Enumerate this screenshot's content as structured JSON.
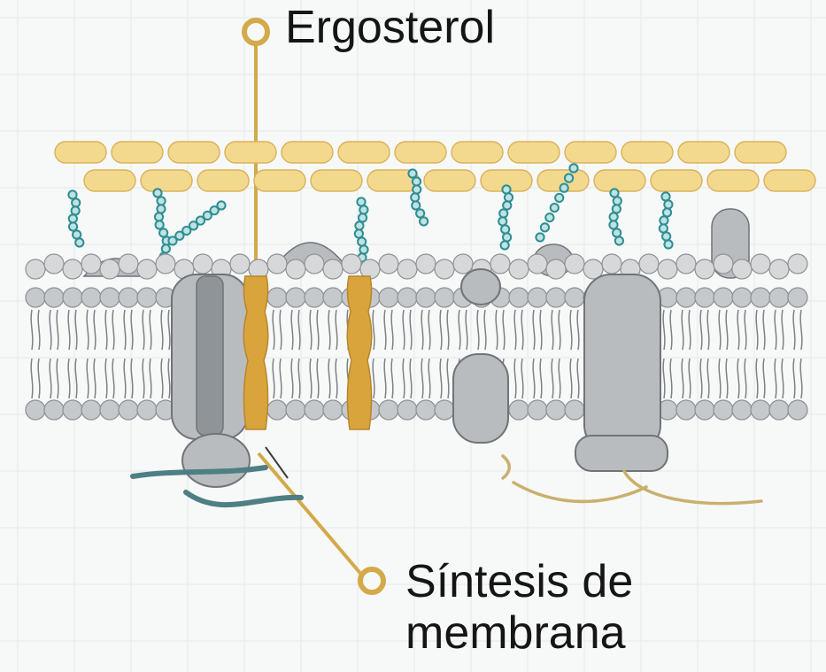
{
  "labels": {
    "ergosterol": "Ergosterol",
    "synthesis_line1": "Síntesis de",
    "synthesis_line2": "membrana"
  },
  "colors": {
    "background": "#f7f8f8",
    "grid": "#e6eaec",
    "cell_wall": "#f3d98e",
    "cell_wall_stroke": "#d9b25c",
    "lipid_head": "#c6c9cc",
    "lipid_head_stroke": "#8e9397",
    "protein": "#b9bcbf",
    "protein_stroke": "#6f7478",
    "ergosterol": "#d9a43c",
    "glycan_chain": "#2e8e93",
    "callout_line": "#d3aa4a"
  },
  "icons": [
    "callout-circle-icon",
    "cell-wall-icon",
    "lipid-bilayer-icon",
    "transmembrane-protein-icon",
    "ergosterol-molecule-icon",
    "glycan-chain-icon"
  ]
}
